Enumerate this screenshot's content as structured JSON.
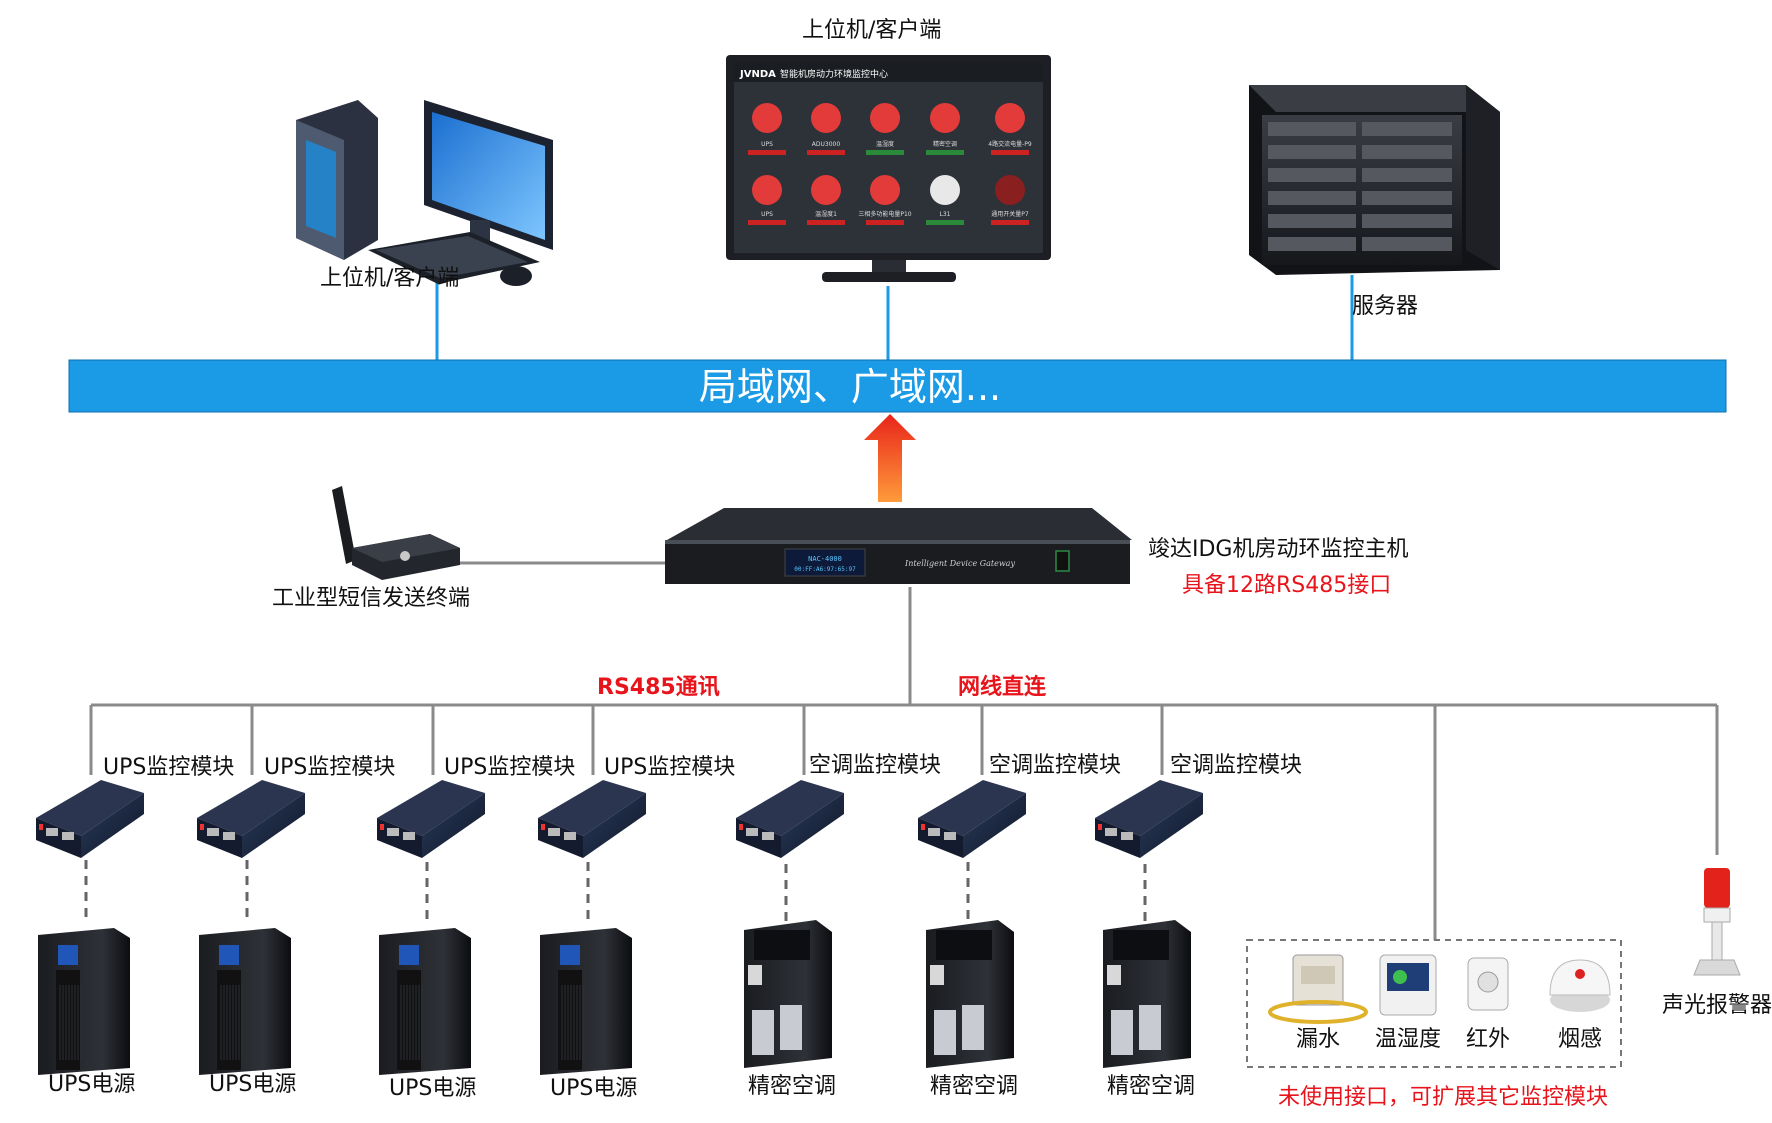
{
  "top": {
    "client_monitor_label": "上位机/客户端",
    "client_pc_label": "上位机/客户端",
    "server_label": "服务器"
  },
  "network": {
    "label": "局域网、广域网..."
  },
  "dashboard": {
    "brand": "JVNDA",
    "title": "智能机房动力环境监控中心",
    "tiles_row1": [
      "UPS",
      "ADU3000",
      "温湿度",
      "精密空调",
      "4路交流电量-P9"
    ],
    "tiles_row2": [
      "UPS",
      "温湿度1",
      "三相多功能电量P10",
      "L31",
      "通用开关量P7"
    ]
  },
  "host": {
    "title": "竣达IDG机房动环监控主机",
    "subtitle": "具备12路RS485接口",
    "panel_brand": "Intelligent Device Gateway",
    "lcd_line1": "NAC-4000",
    "lcd_line2": "00:FF:A6:97:65:97"
  },
  "sms": {
    "label": "工业型短信发送终端"
  },
  "links": {
    "rs485": "RS485通讯",
    "ethernet": "网线直连"
  },
  "modules": [
    {
      "label": "UPS监控模块",
      "device": "UPS电源"
    },
    {
      "label": "UPS监控模块",
      "device": "UPS电源"
    },
    {
      "label": "UPS监控模块",
      "device": "UPS电源"
    },
    {
      "label": "UPS监控模块",
      "device": "UPS电源"
    },
    {
      "label": "空调监控模块",
      "device": "精密空调"
    },
    {
      "label": "空调监控模块",
      "device": "精密空调"
    },
    {
      "label": "空调监控模块",
      "device": "精密空调"
    }
  ],
  "sensors": {
    "items": [
      "漏水",
      "温湿度",
      "红外",
      "烟感"
    ],
    "note": "未使用接口，可扩展其它监控模块"
  },
  "alarm": {
    "label": "声光报警器"
  },
  "colors": {
    "network_bar": "#1b9be6",
    "accent_red": "#e8141b",
    "line_blue": "#1b9be6",
    "line_gray": "#8a8a8a"
  }
}
